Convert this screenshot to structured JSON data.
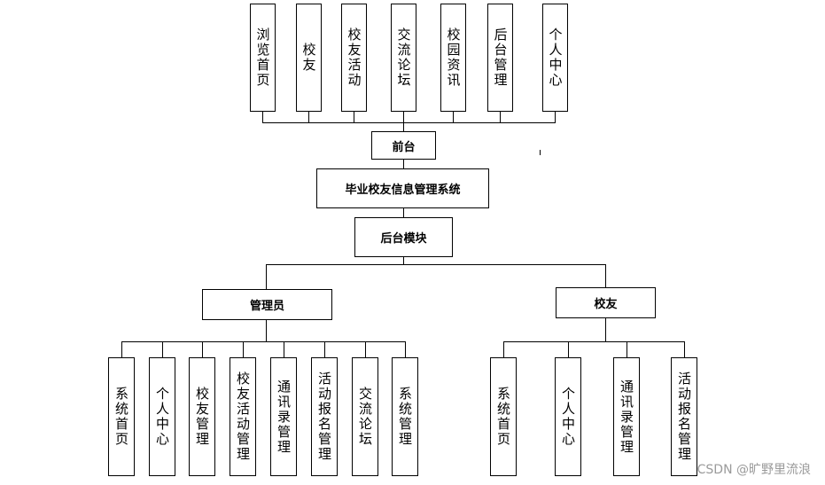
{
  "frontend": {
    "modules": [
      "浏览首页",
      "校友",
      "校友活动",
      "交流论坛",
      "校园资讯",
      "后台管理",
      "个人中心"
    ],
    "label": "前台"
  },
  "system": {
    "title": "毕业校友信息管理系统"
  },
  "backend": {
    "label": "后台模块"
  },
  "admin": {
    "label": "管理员",
    "modules": [
      "系统首页",
      "个人中心",
      "校友管理",
      "校友活动管理",
      "通讯录管理",
      "活动报名管理",
      "交流论坛",
      "系统管理"
    ]
  },
  "alumni": {
    "label": "校友",
    "modules": [
      "系统首页",
      "个人中心",
      "通讯录管理",
      "活动报名管理"
    ]
  },
  "watermark": "CSDN @旷野里流浪"
}
